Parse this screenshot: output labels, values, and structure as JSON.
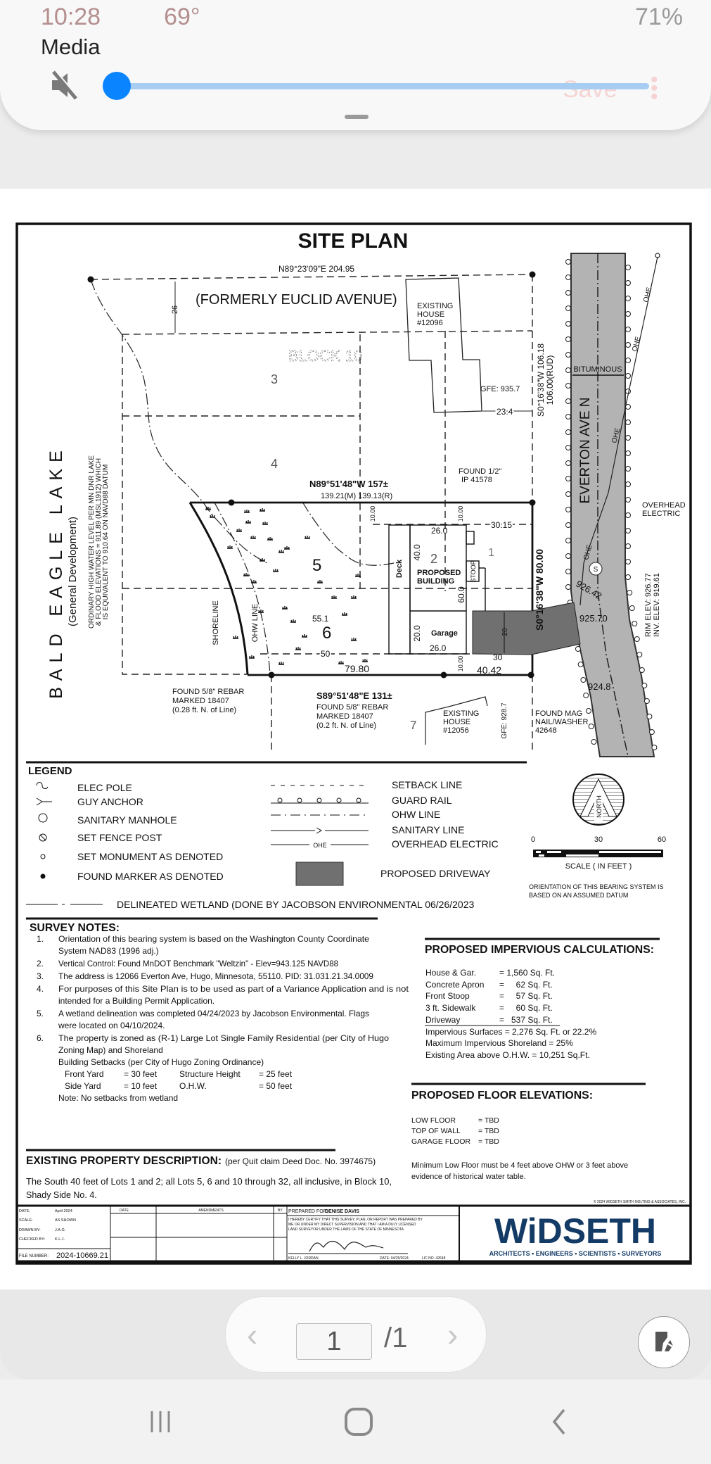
{
  "status_bar": {
    "time": "10:28",
    "temp": "69°",
    "battery": "71%"
  },
  "volume_panel": {
    "title": "Media",
    "level_percent": 0,
    "ghost_save": "Save"
  },
  "plan": {
    "title": "SITE PLAN",
    "top_bearing": "N89°23'09\"E  204.95",
    "street_former": "(FORMERLY EUCLID AVENUE)",
    "dim_26": "26",
    "block": "BLOCK 10",
    "lots": {
      "l1": "1",
      "l2": "2",
      "l3": "3",
      "l4": "4",
      "l5": "5",
      "l6": "6",
      "l7": "7"
    },
    "house_n": [
      "EXISTING",
      "HOUSE",
      "#12096"
    ],
    "gfe_n": "GFE: 935.7",
    "dim_234": "23.4",
    "east_bearing_n": "S0°16'38\"W  106.18",
    "east_rud": "106.00(RUD)",
    "bituminous": "BITUMINOUS",
    "road": "EVERTON AVE N",
    "ohe": "OHE",
    "found_ip": [
      "FOUND 1/2\"",
      "IP  41578"
    ],
    "north_bearing": "N89°51'48\"W  157±",
    "north_dims": "139.21(M)  139.13(R)",
    "overhead_electric": [
      "OVERHEAD",
      "ELECTRIC"
    ],
    "lake": "BALD EAGLE LAKE",
    "lake_class": "(General Development)",
    "ohw_note": [
      "ORDINARY HIGH WATER LEVEL PER MN DNR LAKE",
      "& FLOOD ELEVATIONS = 911.89 (MSL1912) WHICH",
      "IS EQUIVALENT TO 910.64 ON NAVD88 DATUM"
    ],
    "shoreline": "SHORELINE",
    "ohw_line": "OHW LINE",
    "dim_551": "55.1",
    "dim_50": "50",
    "dim_7980": "79.80",
    "dim_1000": "10.00",
    "dim_3015": "30.15",
    "dim_260": "26.0",
    "dim_400": "40.0",
    "dim_600": "60.0",
    "dim_200": "20.0",
    "dim_20": "20",
    "dim_30": "30",
    "dim_4042": "40.42",
    "deck": "Deck",
    "proposed_building": [
      "PROPOSED",
      "BUILDING"
    ],
    "stoop": "STOOP",
    "garage": "Garage",
    "east_bearing": "S0°16'38\"W  80.00",
    "elev_1": "926.42",
    "elev_2": "925.70",
    "elev_3": "924.8",
    "manhole": "S",
    "rim_elev": "RIM ELEV:  926.77",
    "inv_elev": "INV. ELEV:  919.61",
    "south_bearing": "S89°51'48\"E  131±",
    "rebar_w": [
      "FOUND 5/8\" REBAR",
      "MARKED 18407",
      "(0.28 ft. N. of Line)"
    ],
    "rebar_e": [
      "FOUND 5/8\" REBAR",
      "MARKED 18407",
      "(0.2 ft. N. of Line)"
    ],
    "house_s": [
      "EXISTING",
      "HOUSE",
      "#12056"
    ],
    "gfe_s": "GFE: 928.7",
    "mag_nail": [
      "FOUND MAG",
      "NAIL/WASHER",
      "42648"
    ],
    "driveway_color": "#707070",
    "road_color": "#b3b3b3"
  },
  "legend": {
    "title": "LEGEND",
    "symbols": [
      "ELEC POLE",
      "GUY ANCHOR",
      "SANITARY MANHOLE",
      "SET FENCE POST",
      "SET MONUMENT AS DENOTED",
      "FOUND MARKER AS DENOTED"
    ],
    "lines": [
      "SETBACK LINE",
      "GUARD RAIL",
      "OHW LINE",
      "SANITARY LINE",
      "OVERHEAD ELECTRIC"
    ],
    "ohe_sample": "OHE",
    "driveway": "PROPOSED DRIVEWAY",
    "wetland": "DELINEATED WETLAND (DONE BY JACOBSON ENVIRONMENTAL 06/26/2023",
    "north": "NORTH",
    "scale_ticks": [
      "0",
      "30",
      "60"
    ],
    "scale_label": "SCALE ( IN FEET )",
    "orientation": [
      "ORIENTATION OF THIS BEARING SYSTEM IS",
      "BASED ON AN ASSUMED DATUM"
    ]
  },
  "survey_notes": {
    "title": "SURVEY NOTES:",
    "lines": [
      {
        "n": "1.",
        "t": "Orientation of this bearing system is based on the Washington County Coordinate"
      },
      {
        "n": "",
        "t": "System NAD83 (1996 adj.)"
      },
      {
        "n": "2.",
        "t": "Vertical Control: Found MnDOT Benchmark \"Weltzin\" - Elev=943.125 NAVD88"
      },
      {
        "n": "3.",
        "t": "The address is 12066 Everton Ave, Hugo, Minnesota, 55110. PID: 31.031.21.34.0009"
      },
      {
        "n": "4.",
        "t": "For purposes of this Site Plan is to be used as part of a Variance Application and is not"
      },
      {
        "n": "",
        "t": "intended for a Building Permit Application."
      },
      {
        "n": "5.",
        "t": "A wetland delineation was completed 04/24/2023 by Jacobson Environmental. Flags"
      },
      {
        "n": "",
        "t": "were located on 04/10/2024."
      },
      {
        "n": "6.",
        "t": "The property is zoned as (R-1) Large Lot Single Family Residential (per City of Hugo"
      },
      {
        "n": "",
        "t": "Zoning Map) and Shoreland"
      },
      {
        "n": "",
        "t": "Building Setbacks (per City of Hugo Zoning Ordinance)"
      }
    ],
    "setbacks": [
      {
        "a": "Front Yard",
        "av": "= 30 feet",
        "b": "Structure Height",
        "bv": "= 25 feet"
      },
      {
        "a": "Side Yard",
        "av": "= 10 feet",
        "b": "O.H.W.",
        "bv": "= 50 feet"
      }
    ],
    "note": "Note: No setbacks from wetland"
  },
  "impervious": {
    "title": "PROPOSED IMPERVIOUS CALCULATIONS:",
    "rows": [
      {
        "label": "House & Gar.",
        "value": "= 1,560 Sq. Ft."
      },
      {
        "label": "Concrete Apron",
        "value": "=     62 Sq. Ft."
      },
      {
        "label": "Front Stoop",
        "value": "=     57 Sq. Ft."
      },
      {
        "label": "3 ft. Sidewalk",
        "value": "=     60 Sq. Ft."
      },
      {
        "label": "Driveway",
        "value": "=   537 Sq. Ft."
      }
    ],
    "totals": [
      "Impervious Surfaces = 2,276 Sq. Ft. or 22.2%",
      "Maximum Impervious Shoreland = 25%",
      "Existing Area above O.H.W. = 10,251 Sq.Ft."
    ]
  },
  "floor": {
    "title": "PROPOSED FLOOR ELEVATIONS:",
    "rows": [
      {
        "label": "LOW FLOOR",
        "value": "= TBD"
      },
      {
        "label": "TOP OF WALL",
        "value": "= TBD"
      },
      {
        "label": "GARAGE FLOOR",
        "value": "= TBD"
      }
    ],
    "note": [
      "Minimum Low Floor must be 4 feet above OHW or 3 feet above",
      "evidence of historical water table."
    ]
  },
  "property": {
    "title": "EXISTING PROPERTY DESCRIPTION:",
    "subtitle": "(per Quit claim Deed Doc. No. 3974675)",
    "text": [
      "The South 40 feet of Lots 1 and 2; all Lots 5, 6 and 10 through 32, all inclusive, in Block 10,",
      "Shady Side No. 4."
    ]
  },
  "copyright": "© 2024 WIDSETH SMITH NOLTING & ASSOCIATES, INC.",
  "title_block": {
    "rows": [
      {
        "k": "DATE:",
        "v": "April 2024"
      },
      {
        "k": "SCALE:",
        "v": "AS SHOWN"
      },
      {
        "k": "DRAWN BY:",
        "v": "J.A.G."
      },
      {
        "k": "CHECKED BY:",
        "v": "K.L.J."
      }
    ],
    "file_label": "FILE NUMBER:",
    "file_number": "2024-10669.21",
    "col_date": "DATE",
    "col_amend": "AMENDMENTS",
    "col_by": "BY",
    "prepared_for_label": "PREPARED FOR:",
    "prepared_for": "DENISE DAVIS",
    "cert": [
      "I HEREBY CERTIFY THAT THIS SURVEY, PLAN, OR REPORT WAS PREPARED BY",
      "ME OR UNDER MY DIRECT SUPERVISION AND THAT I AM A DULY LICENSED",
      "LAND SURVEYOR UNDER THE LAWS OF THE STATE OF MINNESOTA"
    ],
    "surveyor": "KELLY L. JORDAN",
    "cert_date": "DATE: 04/25/2024",
    "lic": "LIC NO. 42648",
    "logo": "WiDSETH",
    "tagline": "ARCHITECTS • ENGINEERS • SCIENTISTS • SURVEYORS",
    "logo_color": "#143a66",
    "logo_accent": "#49b84a"
  },
  "pager": {
    "current": "1",
    "total": "/1"
  }
}
